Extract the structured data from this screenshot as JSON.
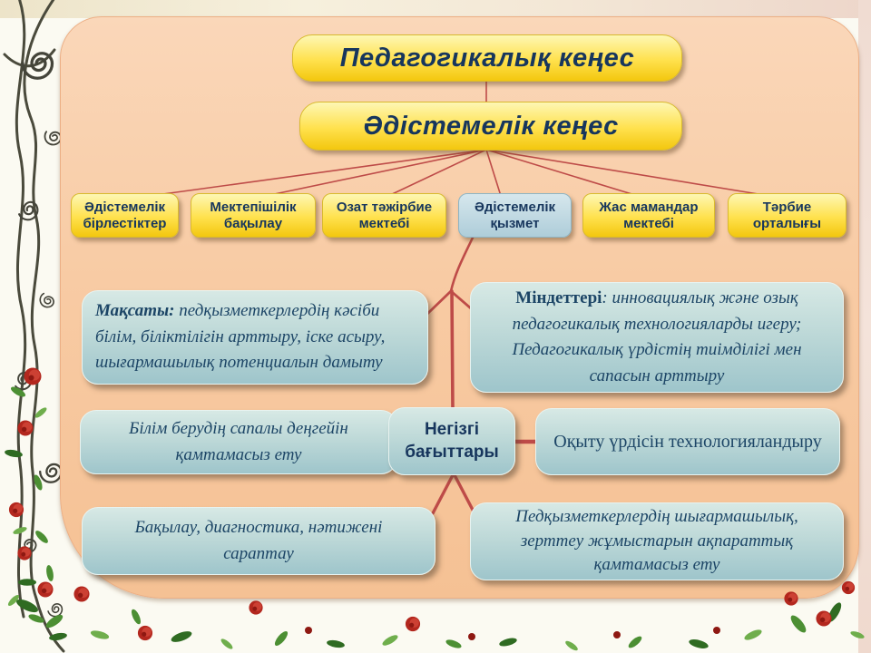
{
  "slide": {
    "hierarchy": {
      "level1": "Педагогикалық кеңес",
      "level2": "Әдістемелік кеңес",
      "branches": [
        {
          "label": "Әдістемелік бірлестіктер"
        },
        {
          "label": "Мектепішілік бақылау"
        },
        {
          "label": "Озат тәжірбие мектебі"
        },
        {
          "label": "Әдістемелік қызмет"
        },
        {
          "label": "Жас мамандар мектебі"
        },
        {
          "label": "Тәрбие орталығы"
        }
      ]
    },
    "cards": {
      "goal": {
        "prefix": "Мақсаты:",
        "text": " педқызметкерлердің  кәсіби білім, біліктілігін арттыру, іске асыру, шығармашылық потенциалын  дамыту"
      },
      "tasks": {
        "prefix": "Міндеттері",
        "text": ": инновациялық  және  озық педагогикалық технологияларды  игеру; Педагогикалық үрдістің тиімділігі мен сапасын арттыру"
      },
      "quality": {
        "text": "Білім берудің сапалы деңгейін қамтамасыз ету"
      },
      "center": {
        "text": "Негізгі бағыттары"
      },
      "technology": {
        "text": "Оқыту үрдісін технологияландыру"
      },
      "control": {
        "text": "Бақылау, диагностика, нәтижені сараптау"
      },
      "research": {
        "text": "Педқызметкерлердің  шығармашылық, зерттеу жұмыстарын ақпараттық қамтамасыз ету"
      }
    },
    "colors": {
      "panel_background": "#F8CBA4",
      "yellow_box_top": "#FDF7B4",
      "yellow_box_bottom": "#F3C70E",
      "teal_card_top": "#D7E9E5",
      "teal_card_bottom": "#9EC5CB",
      "connector_line": "#BE4B48",
      "heading_text": "#17365D",
      "serif_text": "#1C4566"
    }
  }
}
